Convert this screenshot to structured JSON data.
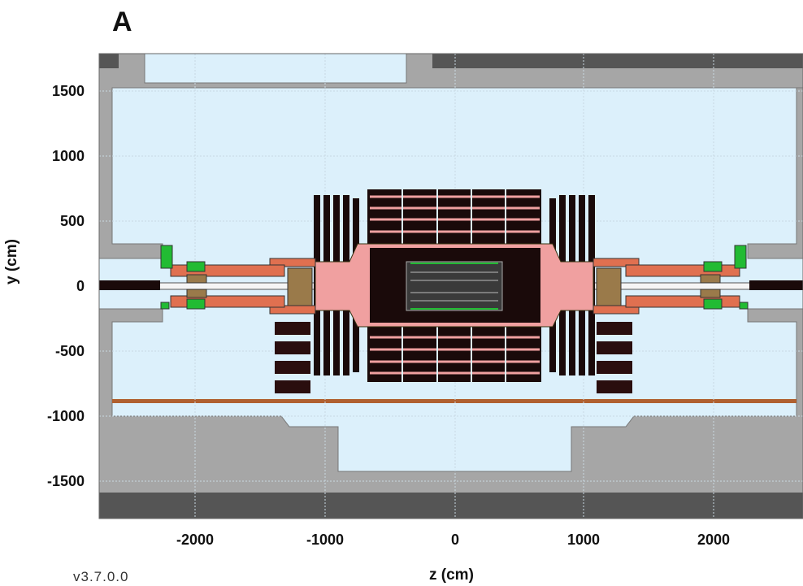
{
  "panel_label": "A",
  "version": "v3.7.0.0",
  "x_axis": {
    "label": "z (cm)",
    "ticks": [
      "-2000",
      "-1000",
      "0",
      "1000",
      "2000"
    ],
    "values": [
      -2000,
      -1000,
      0,
      1000,
      2000
    ],
    "range": [
      -2800,
      2700
    ]
  },
  "y_axis": {
    "label": "y (cm)",
    "ticks": [
      "1500",
      "1000",
      "500",
      "0",
      "-500",
      "-1000",
      "-1500"
    ],
    "values": [
      1500,
      1000,
      500,
      0,
      -500,
      -1000,
      -1500
    ],
    "range": [
      -1800,
      1800
    ]
  },
  "colors": {
    "air": "#dcf0fb",
    "rock": "#a6a6a6",
    "dark_rock": "#555555",
    "iron": "#1a0a0a",
    "copper": "#e8a090",
    "calorimeter": "#f0a0a0",
    "forward": "#e07050",
    "green": "#22bb33",
    "brass": "#9a7a4a",
    "floor": "#b06030"
  }
}
